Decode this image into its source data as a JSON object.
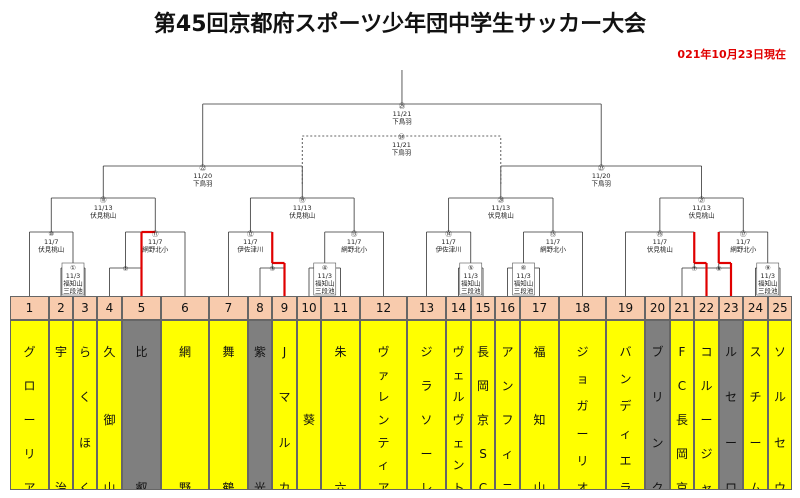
{
  "header": {
    "title": "第45回京都府スポーツ少年団中学生サッカー大会",
    "as_of": "021年10月23日現在"
  },
  "teams": [
    {
      "no": "1",
      "chars": [
        "グ",
        "ロ",
        "ー",
        "リ",
        "ア"
      ],
      "gray": false
    },
    {
      "no": "2",
      "chars": [
        "宇",
        "",
        "治"
      ],
      "gray": false
    },
    {
      "no": "3",
      "chars": [
        "ら",
        "く",
        "ほ",
        "く"
      ],
      "gray": false
    },
    {
      "no": "4",
      "chars": [
        "久",
        "御",
        "山"
      ],
      "gray": false
    },
    {
      "no": "5",
      "chars": [
        "比",
        "",
        "叡"
      ],
      "gray": true
    },
    {
      "no": "6",
      "chars": [
        "網",
        "",
        "野"
      ],
      "gray": false
    },
    {
      "no": "7",
      "chars": [
        "舞",
        "",
        "鶴"
      ],
      "gray": false
    },
    {
      "no": "8",
      "chars": [
        "紫",
        "",
        "光"
      ],
      "gray": true
    },
    {
      "no": "9",
      "chars": [
        "J",
        "マ",
        "ル",
        "カ"
      ],
      "gray": false
    },
    {
      "no": "10",
      "chars": [
        "",
        "葵",
        ""
      ],
      "gray": false
    },
    {
      "no": "11",
      "chars": [
        "朱",
        "",
        "六"
      ],
      "gray": false
    },
    {
      "no": "12",
      "chars": [
        "ヴ",
        "ァ",
        "レ",
        "ン",
        "テ",
        "ィ",
        "ア"
      ],
      "gray": false
    },
    {
      "no": "13",
      "chars": [
        "ジ",
        "ラ",
        "ソ",
        "ー",
        "レ"
      ],
      "gray": false
    },
    {
      "no": "14",
      "chars": [
        "ヴ",
        "ェ",
        "ル",
        "ヴ",
        "ェ",
        "ン",
        "ト"
      ],
      "gray": false
    },
    {
      "no": "15",
      "chars": [
        "長",
        "岡",
        "京",
        "S",
        "C"
      ],
      "gray": false
    },
    {
      "no": "16",
      "chars": [
        "ア",
        "ン",
        "フ",
        "ィ",
        "ニ"
      ],
      "gray": false
    },
    {
      "no": "17",
      "chars": [
        "福",
        "知",
        "山"
      ],
      "gray": false
    },
    {
      "no": "18",
      "chars": [
        "ジ",
        "ョ",
        "ガ",
        "ー",
        "リ",
        "オ"
      ],
      "gray": false
    },
    {
      "no": "19",
      "chars": [
        "バ",
        "ン",
        "デ",
        "ィ",
        "エ",
        "ラ"
      ],
      "gray": false
    },
    {
      "no": "20",
      "chars": [
        "ブ",
        "リ",
        "ン",
        "ク"
      ],
      "gray": true
    },
    {
      "no": "21",
      "chars": [
        "F",
        "C",
        "長",
        "岡",
        "京"
      ],
      "gray": false
    },
    {
      "no": "22",
      "chars": [
        "コ",
        "ル",
        "ー",
        "ジ",
        "ャ"
      ],
      "gray": false
    },
    {
      "no": "23",
      "chars": [
        "ル",
        "セ",
        "ー",
        "ロ"
      ],
      "gray": true
    },
    {
      "no": "24",
      "chars": [
        "ス",
        "チ",
        "ー",
        "ム"
      ],
      "gray": false
    },
    {
      "no": "25",
      "chars": [
        "ソ",
        "ル",
        "セ",
        "ウ"
      ],
      "gray": false
    }
  ],
  "matches": [
    {
      "no": "㉕",
      "lines": [
        "11/21",
        "下鳥羽"
      ]
    },
    {
      "no": "㉔",
      "lines": [
        "11/21",
        "下鳥羽"
      ]
    },
    {
      "no": "㉒",
      "lines": [
        "11/20",
        "下鳥羽"
      ]
    },
    {
      "no": "㉓",
      "lines": [
        "11/20",
        "下鳥羽"
      ]
    },
    {
      "no": "⑱",
      "lines": [
        "11/13",
        "伏見桃山"
      ]
    },
    {
      "no": "⑲",
      "lines": [
        "11/13",
        "伏見桃山"
      ]
    },
    {
      "no": "⑳",
      "lines": [
        "11/13",
        "伏見桃山"
      ]
    },
    {
      "no": "㉑",
      "lines": [
        "11/13",
        "伏見桃山"
      ]
    },
    {
      "no": "⑩",
      "lines": [
        "11/7",
        "伏見桃山"
      ]
    },
    {
      "no": "⑪",
      "lines": [
        "11/7",
        "網野北小"
      ]
    },
    {
      "no": "⑫",
      "lines": [
        "11/7",
        "伊佐津川"
      ]
    },
    {
      "no": "⑬",
      "lines": [
        "11/7",
        "網野北小"
      ]
    },
    {
      "no": "⑭",
      "lines": [
        "11/7",
        "伊佐津川"
      ]
    },
    {
      "no": "⑮",
      "lines": [
        "11/7",
        "網野北小"
      ]
    },
    {
      "no": "⑯",
      "lines": [
        "11/7",
        "伏見桃山"
      ]
    },
    {
      "no": "⑰",
      "lines": [
        "11/7",
        "網野北小"
      ]
    },
    {
      "no": "①",
      "lines": [
        "11/3",
        "福知山",
        "三段池"
      ]
    },
    {
      "no": "④",
      "lines": [
        "11/3",
        "福知山",
        "三段池"
      ]
    },
    {
      "no": "⑤",
      "lines": [
        "11/3",
        "福知山",
        "三段池"
      ]
    },
    {
      "no": "⑥",
      "lines": [
        "11/3",
        "福知山",
        "三段池"
      ]
    },
    {
      "no": "⑨",
      "lines": [
        "11/3",
        "福知山",
        "三段池"
      ]
    },
    {
      "no": "②",
      "lines": []
    },
    {
      "no": "③",
      "lines": []
    },
    {
      "no": "⑦",
      "lines": []
    },
    {
      "no": "⑧",
      "lines": []
    }
  ],
  "colors": {
    "number_bg": "#f8cbad",
    "name_bg": "#ffff00",
    "eliminated": "#7f7f7f",
    "winner_line": "#e00000",
    "line": "#333333"
  }
}
